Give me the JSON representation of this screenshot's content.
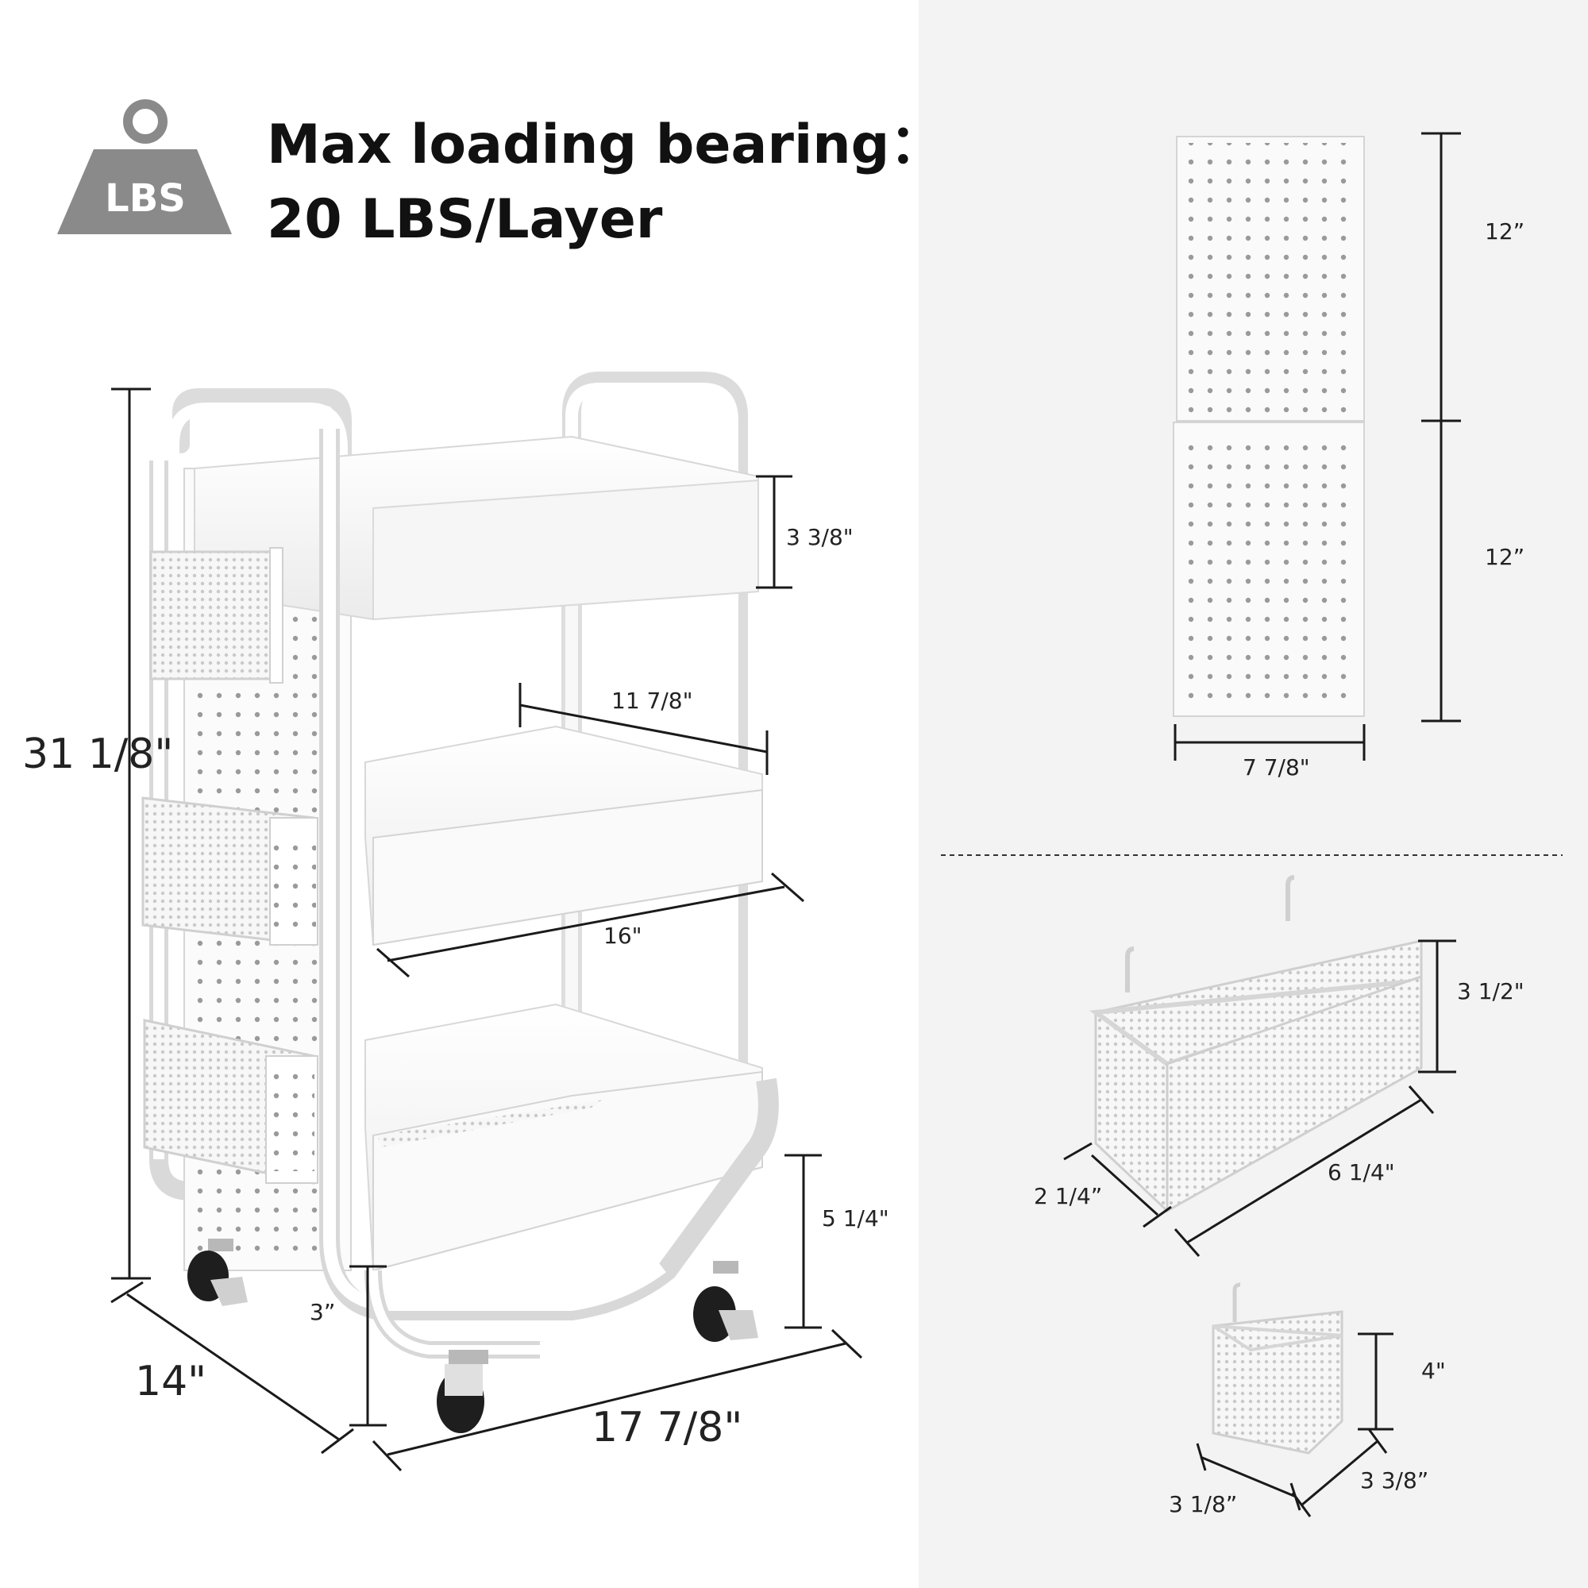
{
  "header": {
    "badge_label": "LBS",
    "title_line1": "Max loading bearing：",
    "title_line2": "20 LBS/Layer"
  },
  "cart_dimensions": {
    "height": "31 1/8\"",
    "depth": "14\"",
    "width": "17 7/8\"",
    "top_tray_depth": "3 3/8\"",
    "tray_inner_depth": "11 7/8\"",
    "tray_length": "16\"",
    "bottom_clearance": "5 1/4\"",
    "wheel_height": "3”"
  },
  "pegboard_dimensions": {
    "upper_height": "12”",
    "lower_height": "12”",
    "width": "7 7/8\""
  },
  "large_basket_dimensions": {
    "height": "3 1/2\"",
    "length": "6 1/4\"",
    "depth": "2 1/4”"
  },
  "small_basket_dimensions": {
    "height": "4\"",
    "width": "3 3/8”",
    "depth": "3 1/8”"
  }
}
